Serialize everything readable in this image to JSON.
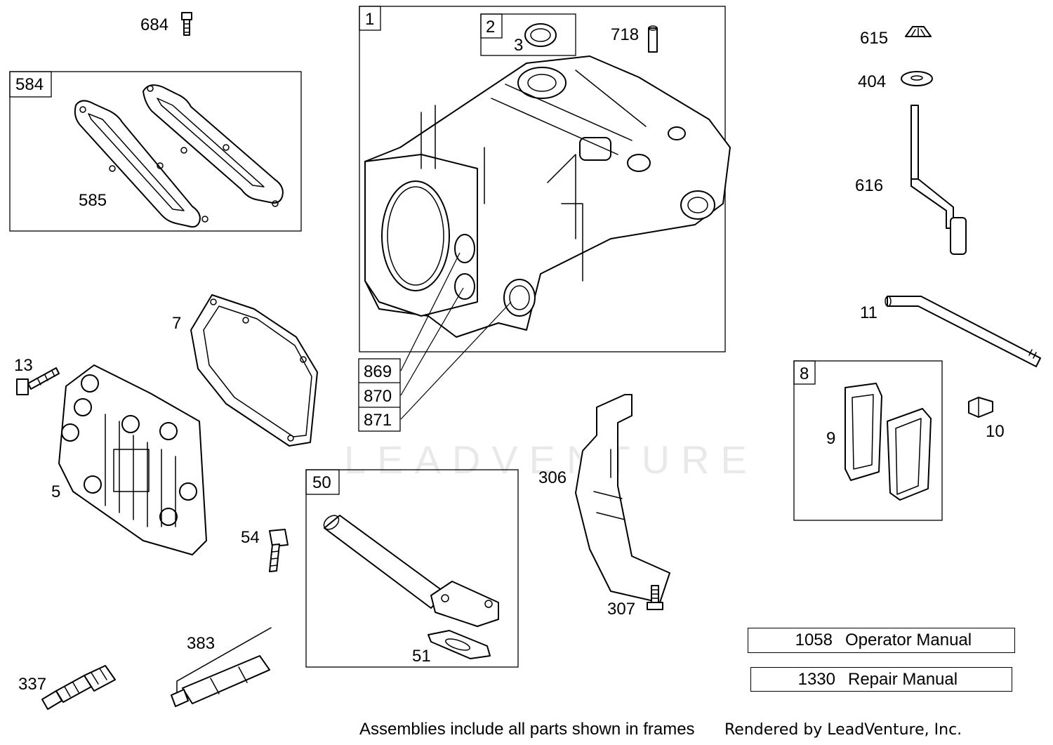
{
  "diagram": {
    "watermark": "LEADVENTURE",
    "callouts": {
      "c684": "684",
      "c584": "584",
      "c585": "585",
      "c1": "1",
      "c2": "2",
      "c3": "3",
      "c718": "718",
      "c615": "615",
      "c404": "404",
      "c616": "616",
      "c11": "11",
      "c7": "7",
      "c13": "13",
      "c5": "5",
      "c869": "869",
      "c870": "870",
      "c871": "871",
      "c8": "8",
      "c9": "9",
      "c10": "10",
      "c306": "306",
      "c307": "307",
      "c54": "54",
      "c50": "50",
      "c51": "51",
      "c383": "383",
      "c337": "337"
    },
    "manuals": [
      {
        "number": "1058",
        "title": "Operator Manual"
      },
      {
        "number": "1330",
        "title": "Repair Manual"
      }
    ],
    "footer": {
      "note": "Assemblies include all parts shown in frames",
      "credit": "Rendered by LeadVenture, Inc."
    }
  }
}
